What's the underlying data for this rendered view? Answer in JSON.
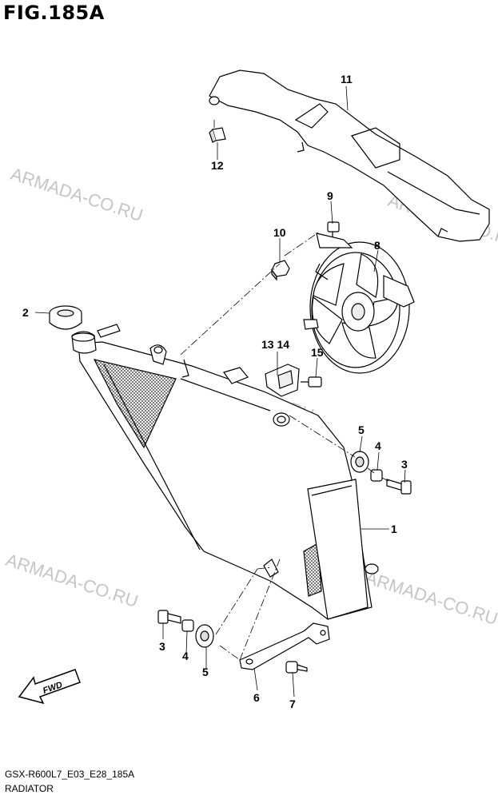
{
  "figure": {
    "title": "FIG.185A",
    "code": "GSX-R600L7_E03_E28_185A",
    "name": "RADIATOR"
  },
  "watermark": "ARMADA-CO.RU",
  "fwd_label": "FWD",
  "callouts": [
    {
      "id": "radiator",
      "label": "1"
    },
    {
      "id": "radiator-cap",
      "label": "2"
    },
    {
      "id": "bolt-right",
      "label": "3"
    },
    {
      "id": "collar-right",
      "label": "4"
    },
    {
      "id": "cushion-right",
      "label": "5"
    },
    {
      "id": "bracket",
      "label": "6"
    },
    {
      "id": "bolt-bracket",
      "label": "7"
    },
    {
      "id": "cooling-fan",
      "label": "8"
    },
    {
      "id": "fan-bolt",
      "label": "9"
    },
    {
      "id": "nut",
      "label": "10"
    },
    {
      "id": "air-guide",
      "label": "11"
    },
    {
      "id": "clip",
      "label": "12"
    },
    {
      "id": "stay",
      "label": "13 14"
    },
    {
      "id": "stay-bolt",
      "label": "15"
    },
    {
      "id": "bolt-left",
      "label": "3"
    },
    {
      "id": "collar-left",
      "label": "4"
    },
    {
      "id": "cushion-left",
      "label": "5"
    }
  ]
}
